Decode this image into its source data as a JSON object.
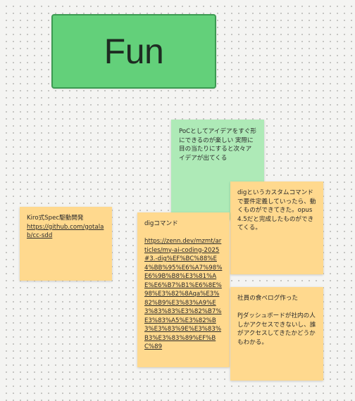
{
  "board": {
    "title": "Fun"
  },
  "notes": {
    "poc": {
      "text": "PoCとしてアイデアをすぐ形にできるのが楽しい 実際に目の当たりにすると次々アイデアが出てくる"
    },
    "kiro": {
      "title": "Kiro式Spec駆動開発",
      "link": "https://github.com/gotalab/cc-sdd"
    },
    "dig_command": {
      "title": "digコマンド",
      "link": "https://zenn.dev/mzmt/articles/my-ai-coding-2025#3.-dig%EF%BC%88%E4%BB%95%E6%A7%98%E6%9B%B8%E3%81%AE%E6%B7%B1%E6%8E%98%E3%82%8Aqa%E3%82%B9%E3%83%A9%E3%83%83%E3%82%B7%E3%83%A5%E3%82%B3%E3%83%9E%E3%83%B3%E3%83%89%EF%BC%89"
    },
    "dig_custom": {
      "text": "digというカスタムコマンドで要件定義していったら、動くものができてきた。opus4.5だと完成したものができてくる。"
    },
    "shain": {
      "title": "社員の食べログ作った",
      "body": "PJダッシュボードが社内の人しかアクセスできないし、誰がアクセスしてきたかどうかもわかる。"
    }
  },
  "colors": {
    "title_fill": "#63d07a",
    "title_border": "#3c9a52",
    "sticky_yellow": "#ffd98e",
    "sticky_green": "#aeeab7",
    "canvas": "#f4f4f2"
  }
}
